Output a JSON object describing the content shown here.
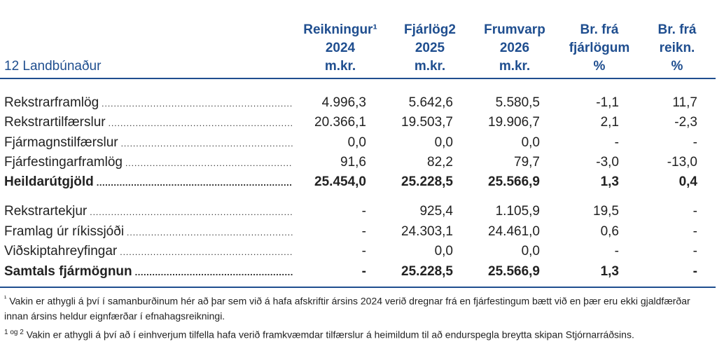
{
  "header": {
    "title": "12 Landbúnaður",
    "columns": [
      {
        "line1": "Reikningur¹",
        "line2": "2024",
        "line3": "m.kr."
      },
      {
        "line1": "Fjárlög2",
        "line2": "2025",
        "line3": "m.kr."
      },
      {
        "line1": "Frumvarp",
        "line2": "2026",
        "line3": "m.kr."
      },
      {
        "line1": "Br. frá",
        "line2": "fjárlögum",
        "line3": "%"
      },
      {
        "line1": "Br. frá",
        "line2": "reikn.",
        "line3": "%"
      }
    ]
  },
  "rows": [
    {
      "label": "Rekstrarframlög",
      "values": [
        "4.996,3",
        "5.642,6",
        "5.580,5",
        "-1,1",
        "11,7"
      ]
    },
    {
      "label": "Rekstrartilfærslur",
      "values": [
        "20.366,1",
        "19.503,7",
        "19.906,7",
        "2,1",
        "-2,3"
      ]
    },
    {
      "label": "Fjármagnstilfærslur",
      "values": [
        "0,0",
        "0,0",
        "0,0",
        "-",
        "-"
      ]
    },
    {
      "label": "Fjárfestingarframlög",
      "values": [
        "91,6",
        "82,2",
        "79,7",
        "-3,0",
        "-13,0"
      ]
    },
    {
      "label": "Heildarútgjöld",
      "values": [
        "25.454,0",
        "25.228,5",
        "25.566,9",
        "1,3",
        "0,4"
      ]
    },
    {
      "label": "Rekstrartekjur",
      "values": [
        "-",
        "925,4",
        "1.105,9",
        "19,5",
        "-"
      ]
    },
    {
      "label": "Framlag úr ríkissjóði",
      "values": [
        "-",
        "24.303,1",
        "24.461,0",
        "0,6",
        "-"
      ]
    },
    {
      "label": "Viðskiptahreyfingar",
      "values": [
        "-",
        "0,0",
        "0,0",
        "-",
        "-"
      ]
    },
    {
      "label": "Samtals fjármögnun",
      "values": [
        "-",
        "25.228,5",
        "25.566,9",
        "1,3",
        "-"
      ]
    }
  ],
  "footnotes": {
    "fn1_mark": "¹",
    "fn1_text": "Vakin er athygli á því í samanburðinum hér að þar sem við á hafa afskriftir ársins 2024 verið dregnar frá en fjárfestingum bætt við en þær eru ekki gjaldfærðar innan ársins heldur eignfærðar í efnahagsreikningi.",
    "fn2_mark": "1 og 2",
    "fn2_text": "Vakin er athygli á því að í einhverjum tilfella hafa verið framkvæmdar tilfærslur á heimildum til að endurspegla breytta skipan Stjórnarráðsins."
  }
}
